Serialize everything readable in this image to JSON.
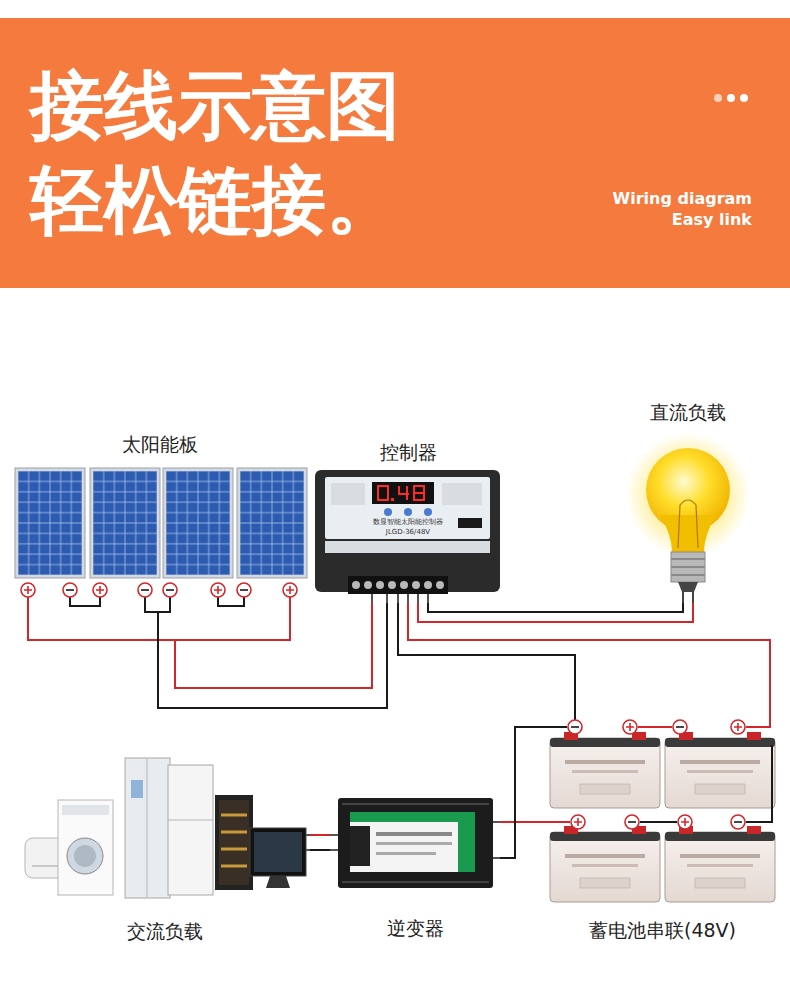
{
  "diagram": {
    "title": "接线示意图 轻松链接。",
    "nodes": [
      {
        "text": [
          "太阳能板"
        ]
      },
      {
        "text": [
          "控制器"
        ]
      },
      {
        "text": [
          "直流负载"
        ]
      },
      {
        "text": [
          "交流负载"
        ]
      },
      {
        "text": [
          "逆变器"
        ]
      },
      {
        "text": [
          "蓄电池串联(48V)"
        ]
      }
    ],
    "edges": [
      {
        "from": 0,
        "to": 1,
        "arrow": "none"
      },
      {
        "from": 1,
        "to": 2,
        "arrow": "none"
      },
      {
        "from": 1,
        "to": 5,
        "arrow": "none"
      },
      {
        "from": 5,
        "to": 4,
        "arrow": "none"
      },
      {
        "from": 4,
        "to": 3,
        "arrow": "none"
      }
    ],
    "labels": [
      "Wiring diagram",
      "Easy link",
      "数显智能太阳能控制器",
      "JLGD-36/48V"
    ]
  }
}
